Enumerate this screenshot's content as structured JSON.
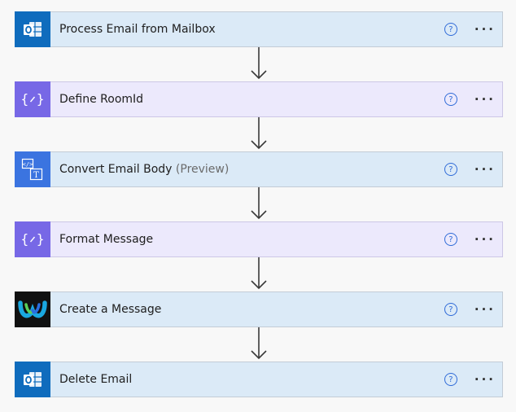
{
  "steps": [
    {
      "title": "Process Email from Mailbox",
      "suffix": "",
      "icon": "outlook-icon",
      "help": "?",
      "more": "···"
    },
    {
      "title": "Define RoomId",
      "suffix": "",
      "icon": "variable-icon",
      "help": "?",
      "more": "···"
    },
    {
      "title": "Convert Email Body",
      "suffix": "(Preview)",
      "icon": "html-to-text-icon",
      "help": "?",
      "more": "···"
    },
    {
      "title": "Format Message",
      "suffix": "",
      "icon": "variable-icon",
      "help": "?",
      "more": "···"
    },
    {
      "title": "Create a Message",
      "suffix": "",
      "icon": "webex-icon",
      "help": "?",
      "more": "···"
    },
    {
      "title": "Delete Email",
      "suffix": "",
      "icon": "outlook-icon",
      "help": "?",
      "more": "···"
    }
  ],
  "colors": {
    "outlook": "#0f6cbd",
    "variable": "#7768e6",
    "convert": "#3b74e0",
    "webex": "#111111",
    "card_blue": "#dbeaf7",
    "card_purple": "#ece9fc"
  }
}
